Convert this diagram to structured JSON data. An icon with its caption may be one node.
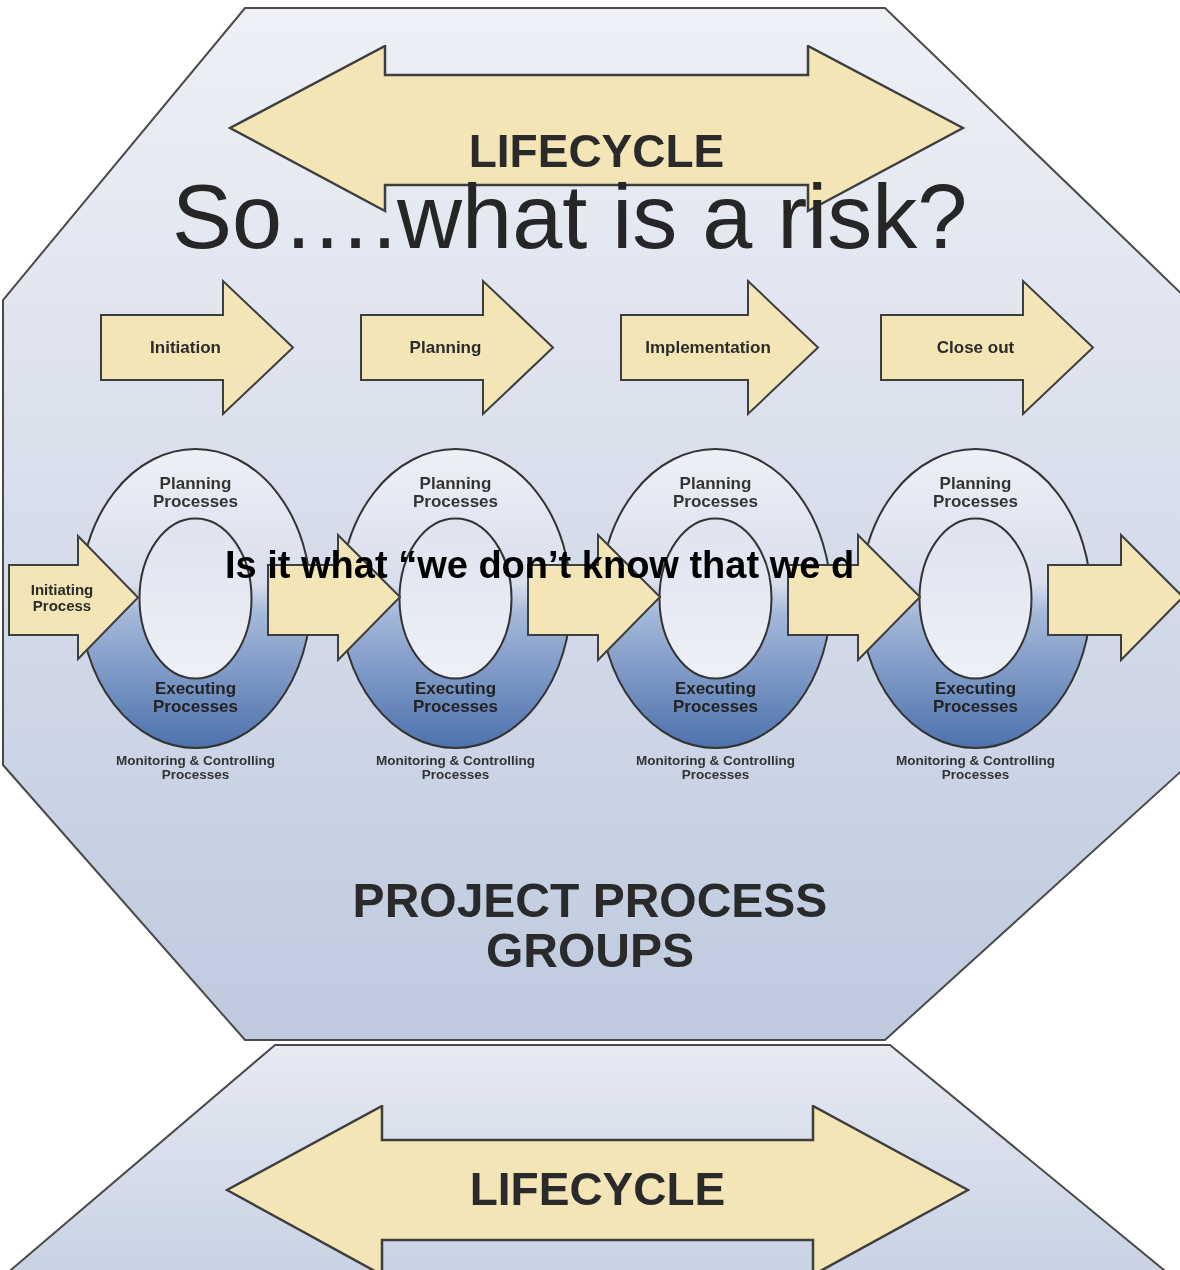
{
  "diagram": {
    "nodes": [
      {
        "text": [
          "PROJECT PROCESS GROUPS"
        ]
      },
      {
        "text": [
          "LIFECYCLE"
        ],
        "in": 0
      },
      {
        "text": [
          "Initiation"
        ],
        "in": 0
      },
      {
        "text": [
          "Planning"
        ],
        "in": 0
      },
      {
        "text": [
          "Implementation"
        ],
        "in": 0
      },
      {
        "text": [
          "Close out"
        ],
        "in": 0
      },
      {
        "text": [
          "Planning Processes",
          "Executing Processes"
        ],
        "beside": [
          "Monitoring & Controlling Processes"
        ],
        "in": 0
      },
      {
        "text": [
          "Planning Processes",
          "Executing Processes"
        ],
        "beside": [
          "Monitoring & Controlling Processes"
        ],
        "in": 0
      },
      {
        "text": [
          "Planning Processes",
          "Executing Processes"
        ],
        "beside": [
          "Monitoring & Controlling Processes"
        ],
        "in": 0
      },
      {
        "text": [
          "Planning Processes",
          "Executing Processes"
        ],
        "beside": [
          "Monitoring & Controlling Processes"
        ],
        "in": 0
      },
      {
        "text": [
          "Initiating Process"
        ],
        "in": 0
      },
      {
        "text": [],
        "shape": "octagon"
      },
      {
        "text": [
          "LIFECYCLE"
        ],
        "in": 11
      }
    ],
    "edges": [
      {
        "from": 6,
        "to": 7,
        "arrow": "to"
      },
      {
        "from": 7,
        "to": 8,
        "arrow": "to"
      },
      {
        "from": 8,
        "to": 9,
        "arrow": "to"
      },
      {
        "from": 9,
        "to": null,
        "arrow": "to"
      }
    ],
    "labels": [
      "So….what is a risk?",
      "Is it what “we don’t know that we d"
    ]
  }
}
